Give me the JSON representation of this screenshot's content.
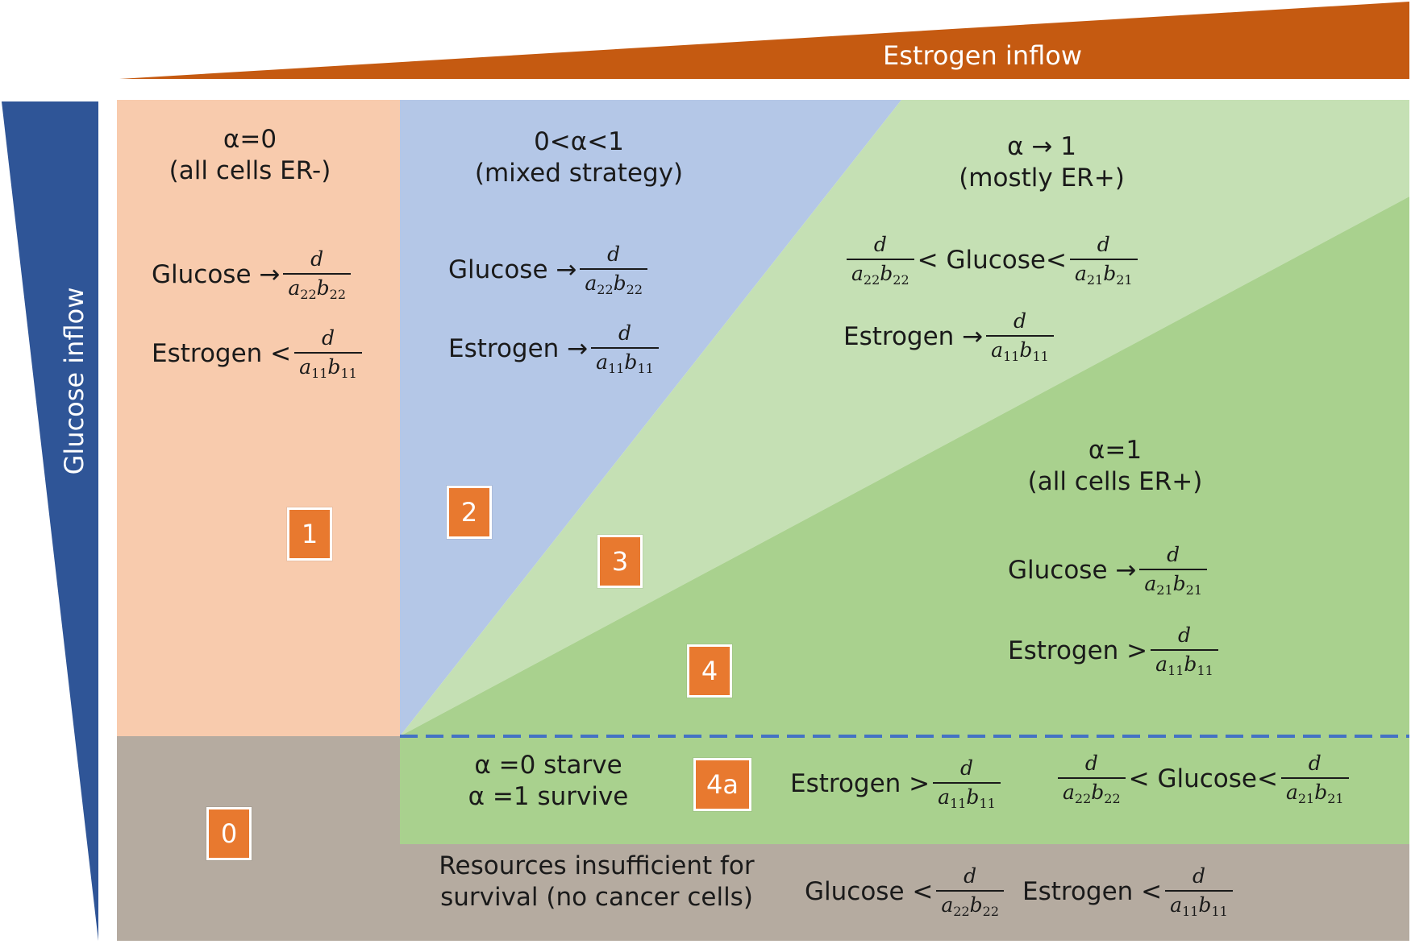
{
  "colors": {
    "estrogen_bar": "#c55a11",
    "glucose_bar": "#2f5597",
    "region1": "#f8cbad",
    "region2": "#b4c7e7",
    "region3": "#c5e0b4",
    "region4": "#a9d18e",
    "region0": "#b5aba0",
    "badge": "#e8792f",
    "divider": "#4472c4"
  },
  "axes": {
    "estrogen": "Estrogen inflow",
    "glucose": "Glucose inflow"
  },
  "regions": {
    "r1": {
      "badge": "1",
      "title": "α=0",
      "subtitle": "(all cells ER-)",
      "glucose": "Glucose →",
      "estrogen": "Estrogen <"
    },
    "r2": {
      "badge": "2",
      "title": "0<α<1",
      "subtitle": "(mixed strategy)",
      "glucose": "Glucose →",
      "estrogen": "Estrogen →"
    },
    "r3": {
      "badge": "3",
      "title": "α → 1",
      "subtitle": "(mostly ER+)",
      "glucose_mid": "< Glucose<",
      "estrogen": "Estrogen →"
    },
    "r4": {
      "badge": "4",
      "title": "α=1",
      "subtitle": "(all cells ER+)",
      "glucose": "Glucose →",
      "estrogen": "Estrogen >"
    },
    "r4a": {
      "badge": "4a",
      "line1": "α =0 starve",
      "line2": "α =1 survive",
      "estrogen": "Estrogen >",
      "glucose_mid": "< Glucose<"
    },
    "r0": {
      "badge": "0",
      "line1": "Resources insufficient for",
      "line2": "survival (no cancer cells)",
      "glucose": "Glucose <",
      "estrogen": "Estrogen <"
    }
  },
  "fractions": {
    "num": "d",
    "a22b22": {
      "a": "a",
      "as": "22",
      "b": "b",
      "bs": "22"
    },
    "a11b11": {
      "a": "a",
      "as": "11",
      "b": "b",
      "bs": "11"
    },
    "a21b21": {
      "a": "a",
      "as": "21",
      "b": "b",
      "bs": "21"
    }
  }
}
